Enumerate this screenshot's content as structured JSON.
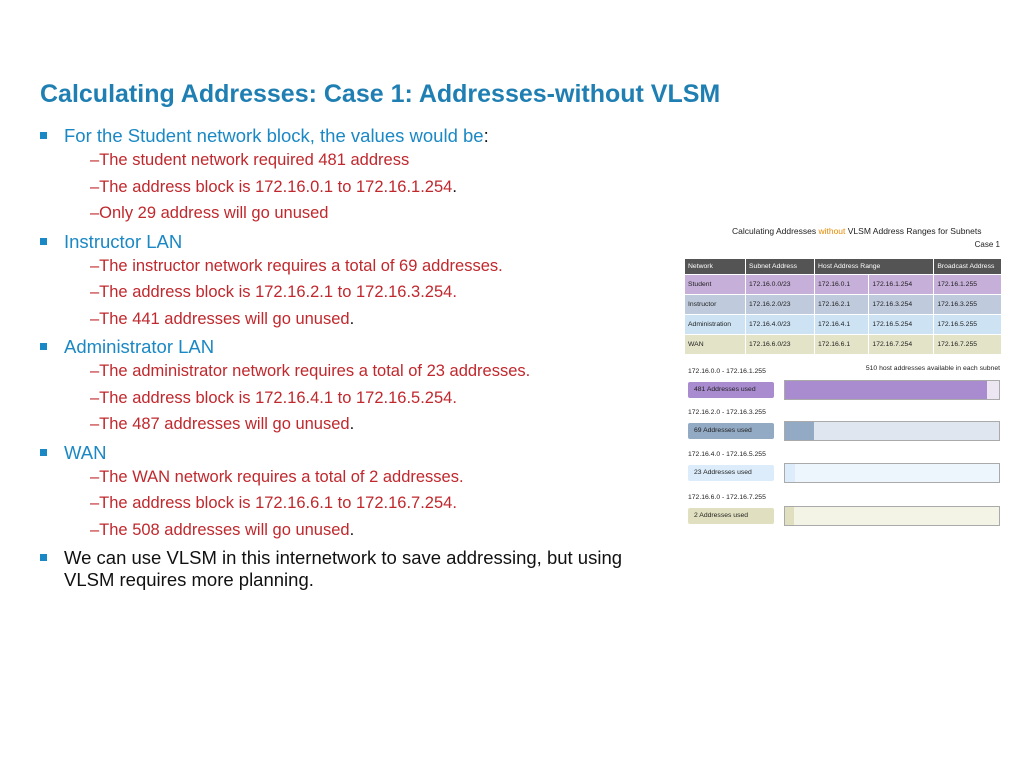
{
  "title": "Calculating Addresses: Case 1: Addresses-without VLSM",
  "bullets": [
    {
      "label": "For the Student network block, the values would be",
      "suffix": ":",
      "subs": [
        {
          "text": "–The student network required 481 address",
          "end": ""
        },
        {
          "text": "–The address block is 172.16.0.1 to 172.16.1.254",
          "end": "."
        },
        {
          "text": "–Only 29 address will go unused",
          "end": ""
        }
      ]
    },
    {
      "label": "Instructor LAN",
      "suffix": "",
      "subs": [
        {
          "text": "–The instructor network requires a total of 69 addresses.",
          "end": ""
        },
        {
          "text": "–The address block is 172.16.2.1 to 172.16.3.254.",
          "end": ""
        },
        {
          "text": "–The 441 addresses will go unused",
          "end": "."
        }
      ]
    },
    {
      "label": "Administrator LAN",
      "suffix": "",
      "subs": [
        {
          "text": "–The administrator network requires a total of 23 addresses.",
          "end": ""
        },
        {
          "text": "–The address block is 172.16.4.1 to 172.16.5.254.",
          "end": ""
        },
        {
          "text": "–The 487 addresses will go unused",
          "end": "."
        }
      ]
    },
    {
      "label": "WAN",
      "suffix": "",
      "subs": [
        {
          "text": "–The WAN network requires a total of 2 addresses.",
          "end": ""
        },
        {
          "text": "–The address block is 172.16.6.1 to 172.16.7.254.",
          "end": ""
        },
        {
          "text": "–The 508 addresses will go unused",
          "end": "."
        }
      ]
    },
    {
      "label": "We can use VLSM in this internetwork to save addressing, but using VLSM requires more planning.",
      "suffix": "",
      "subs": []
    }
  ],
  "figure": {
    "title_pre": "Calculating Addresses ",
    "title_hl": "without",
    "title_post": " VLSM Address Ranges for Subnets",
    "case": "Case 1",
    "headers": [
      "Network",
      "Subnet Address",
      "Host Address Range",
      "",
      "Broadcast Address"
    ],
    "rows": [
      {
        "cells": [
          "Student",
          "172.16.0.0/23",
          "172.16.0.1",
          "172.16.1.254",
          "172.16.1.255"
        ],
        "color": "#c6afd9"
      },
      {
        "cells": [
          "Instructor",
          "172.16.2.0/23",
          "172.16.2.1",
          "172.16.3.254",
          "172.16.3.255"
        ],
        "color": "#bfcbdd"
      },
      {
        "cells": [
          "Administration",
          "172.16.4.0/23",
          "172.16.4.1",
          "172.16.5.254",
          "172.16.5.255"
        ],
        "color": "#cde3f4"
      },
      {
        "cells": [
          "WAN",
          "172.16.6.0/23",
          "172.16.6.1",
          "172.16.7.254",
          "172.16.7.255"
        ],
        "color": "#e3e3c8"
      }
    ],
    "available": "510 host addresses available in each subnet",
    "subnets": [
      {
        "range": "172.16.0.0 - 172.16.1.255",
        "used": "481 Addresses used",
        "fraction": 0.943,
        "box_color": "#a98ccf",
        "fill_color": "#a98ccf",
        "bar_bg": "#ece6f3"
      },
      {
        "range": "172.16.2.0 - 172.16.3.255",
        "used": "69 Addresses used",
        "fraction": 0.135,
        "box_color": "#93aac4",
        "fill_color": "#93aac4",
        "bar_bg": "#dfe6ef"
      },
      {
        "range": "172.16.4.0 - 172.16.5.255",
        "used": "23 Addresses used",
        "fraction": 0.045,
        "box_color": "#dcecfa",
        "fill_color": "#dcecfa",
        "bar_bg": "#eef6fd"
      },
      {
        "range": "172.16.6.0 - 172.16.7.255",
        "used": "2 Addresses used",
        "fraction": 0.004,
        "box_color": "#e0e0c0",
        "fill_color": "#e0e0c0",
        "bar_bg": "#f3f3e6"
      }
    ]
  }
}
